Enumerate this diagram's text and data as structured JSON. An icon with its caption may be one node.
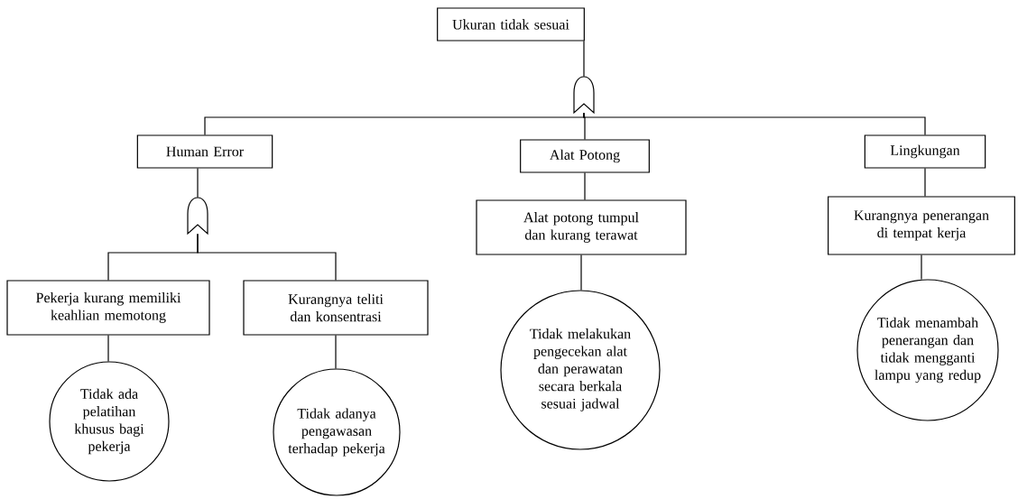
{
  "diagram": {
    "nodes": [
      {
        "text": [
          "Ukuran tidak sesuai"
        ]
      },
      {
        "text": [],
        "shape": "gate"
      },
      {
        "text": [
          "Human Error"
        ]
      },
      {
        "text": [
          "Alat Potong"
        ]
      },
      {
        "text": [
          "Lingkungan"
        ]
      },
      {
        "text": [],
        "shape": "gate"
      },
      {
        "text": [
          "Pekerja kurang memiliki keahlian memotong"
        ]
      },
      {
        "text": [
          "Kurangnya teliti dan konsentrasi"
        ]
      },
      {
        "text": [
          "Alat potong tumpul dan kurang terawat"
        ]
      },
      {
        "text": [
          "Kurangnya penerangan di tempat kerja"
        ]
      },
      {
        "text": [
          "Tidak ada pelatihan khusus bagi pekerja"
        ]
      },
      {
        "text": [
          "Tidak adanya pengawasan terhadap pekerja"
        ]
      },
      {
        "text": [
          "Tidak melakukan pengecekan alat dan perawatan secara berkala sesuai jadwal"
        ]
      },
      {
        "text": [
          "Tidak menambah penerangan dan tidak mengganti lampu yang redup"
        ]
      }
    ],
    "edges": [
      {
        "from": 0,
        "to": 1,
        "arrow": "none"
      },
      {
        "from": 1,
        "to": 2,
        "arrow": "none"
      },
      {
        "from": 1,
        "to": 3,
        "arrow": "none"
      },
      {
        "from": 1,
        "to": 4,
        "arrow": "none"
      },
      {
        "from": 2,
        "to": 5,
        "arrow": "none"
      },
      {
        "from": 5,
        "to": 6,
        "arrow": "none"
      },
      {
        "from": 5,
        "to": 7,
        "arrow": "none"
      },
      {
        "from": 3,
        "to": 8,
        "arrow": "none"
      },
      {
        "from": 4,
        "to": 9,
        "arrow": "none"
      },
      {
        "from": 6,
        "to": 10,
        "arrow": "none"
      },
      {
        "from": 7,
        "to": 11,
        "arrow": "none"
      },
      {
        "from": 8,
        "to": 12,
        "arrow": "none"
      },
      {
        "from": 9,
        "to": 13,
        "arrow": "none"
      }
    ]
  }
}
